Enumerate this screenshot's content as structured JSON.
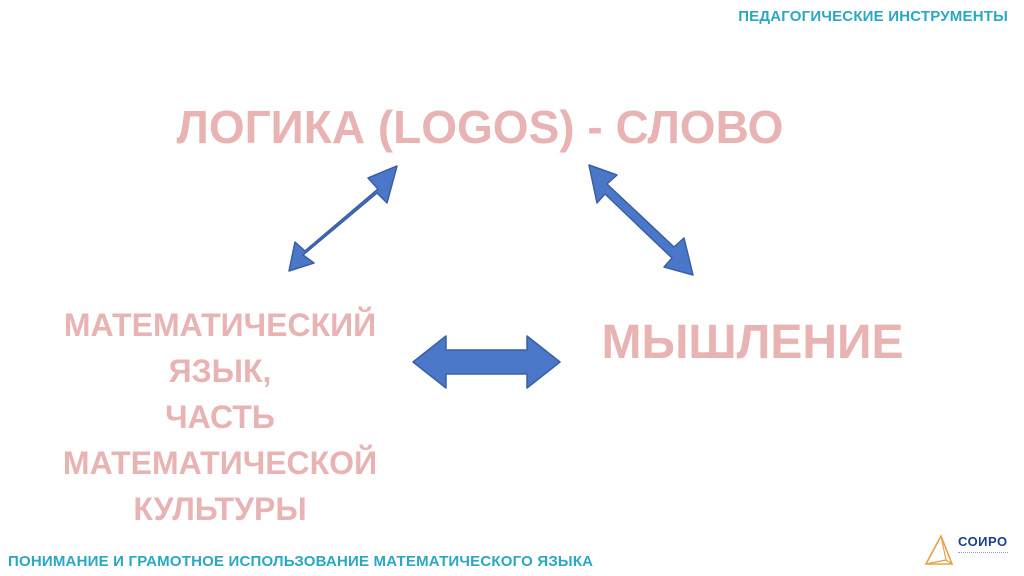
{
  "header": {
    "title": "ПЕДАГОГИЧЕСКИЕ ИНСТРУМЕНТЫ"
  },
  "diagram": {
    "top_node": "ЛОГИКА (LOGOS) - СЛОВО",
    "right_node": "МЫШЛЕНИЕ",
    "left_node_lines": [
      "МАТЕМАТИЧЕСКИЙ",
      "ЯЗЫК,",
      "ЧАСТЬ",
      "МАТЕМАТИЧЕСКОЙ",
      "КУЛЬТУРЫ"
    ]
  },
  "footer": {
    "title": "ПОНИМАНИЕ И ГРАМОТНОЕ ИСПОЛЬЗОВАНИЕ МАТЕМАТИЧЕСКОГО ЯЗЫКА"
  },
  "logo": {
    "text": "СОИРО"
  },
  "colors": {
    "accent": "#2aa7c4",
    "node_text": "#e8b3b3",
    "arrow_fill": "#4a77c8",
    "arrow_stroke": "#3a5fa6"
  },
  "icons": {
    "logo": "pyramid-logo-icon"
  }
}
